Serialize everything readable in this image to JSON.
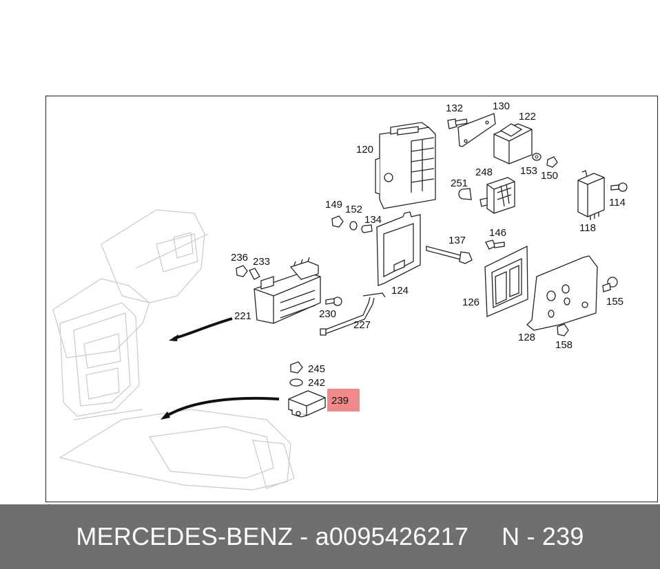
{
  "diagram": {
    "highlight_color": "#f08a8a",
    "highlighted_part": "239",
    "parts": [
      {
        "id": "p132",
        "label": "132"
      },
      {
        "id": "p130",
        "label": "130"
      },
      {
        "id": "p122",
        "label": "122"
      },
      {
        "id": "p120",
        "label": "120"
      },
      {
        "id": "p153",
        "label": "153"
      },
      {
        "id": "p150",
        "label": "150"
      },
      {
        "id": "p248",
        "label": "248"
      },
      {
        "id": "p251",
        "label": "251"
      },
      {
        "id": "p114",
        "label": "114"
      },
      {
        "id": "p118",
        "label": "118"
      },
      {
        "id": "p149",
        "label": "149"
      },
      {
        "id": "p152",
        "label": "152"
      },
      {
        "id": "p134",
        "label": "134"
      },
      {
        "id": "p137",
        "label": "137"
      },
      {
        "id": "p146",
        "label": "146"
      },
      {
        "id": "p236",
        "label": "236"
      },
      {
        "id": "p233",
        "label": "233"
      },
      {
        "id": "p124",
        "label": "124"
      },
      {
        "id": "p155",
        "label": "155"
      },
      {
        "id": "p126",
        "label": "126"
      },
      {
        "id": "p221",
        "label": "221"
      },
      {
        "id": "p230",
        "label": "230"
      },
      {
        "id": "p227",
        "label": "227"
      },
      {
        "id": "p128",
        "label": "128"
      },
      {
        "id": "p158",
        "label": "158"
      },
      {
        "id": "p245",
        "label": "245"
      },
      {
        "id": "p242",
        "label": "242"
      },
      {
        "id": "p239",
        "label": "239"
      }
    ]
  },
  "footer": {
    "brand": "MERCEDES-BENZ",
    "separator": "-",
    "part_number": "a0095426217",
    "diagram_ref": "N - 239"
  }
}
